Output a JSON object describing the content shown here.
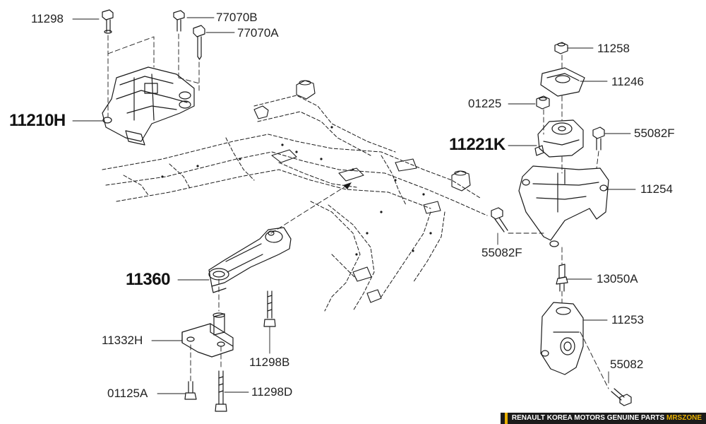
{
  "callouts": {
    "p11298": "11298",
    "p77070B": "77070B",
    "p77070A": "77070A",
    "p11210H": "11210H",
    "p11360": "11360",
    "p11332H": "11332H",
    "p01125A": "01125A",
    "p11298D": "11298D",
    "p11298B": "11298B",
    "p11258": "11258",
    "p11246": "11246",
    "p01225": "01225",
    "p11221K": "11221K",
    "p55082F_top": "55082F",
    "p11254": "11254",
    "p55082F_left": "55082F",
    "p13050A": "13050A",
    "p11253": "11253",
    "p55082": "55082"
  },
  "footer": {
    "text": "RENAULT KOREA MOTORS GENUINE PARTS",
    "brand": "MRSZONE"
  },
  "colors": {
    "line": "#1a1a1a",
    "footer_bg": "#1b1b1b",
    "brand_accent": "#e8b000"
  }
}
